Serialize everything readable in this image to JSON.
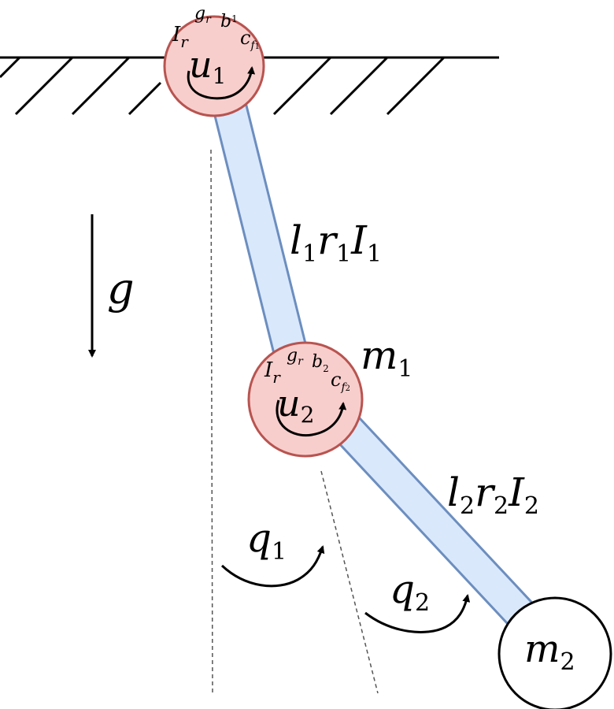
{
  "colors": {
    "joint_fill": "#f8cecc",
    "joint_stroke": "#b85450",
    "link_fill": "#dae8fc",
    "link_stroke": "#6c8ebf",
    "line": "#000000",
    "dashed": "#555555"
  },
  "joint1": {
    "inertia": {
      "main": "I",
      "sub": "r"
    },
    "gear": {
      "main": "g",
      "sub": "r"
    },
    "damping": {
      "main": "b",
      "sub": "1"
    },
    "friction": {
      "main": "c",
      "sub": "f",
      "subsub": "1"
    },
    "input": {
      "main": "u",
      "sub": "1"
    }
  },
  "joint2": {
    "inertia": {
      "main": "I",
      "sub": "r"
    },
    "gear": {
      "main": "g",
      "sub": "r"
    },
    "damping": {
      "main": "b",
      "sub": "2"
    },
    "friction": {
      "main": "c",
      "sub": "f",
      "subsub": "2"
    },
    "input": {
      "main": "u",
      "sub": "2"
    }
  },
  "link1": {
    "length": {
      "main": "l",
      "sub": "1"
    },
    "radius": {
      "main": "r",
      "sub": "1"
    },
    "inertia": {
      "main": "I",
      "sub": "1"
    }
  },
  "link2": {
    "length": {
      "main": "l",
      "sub": "2"
    },
    "radius": {
      "main": "r",
      "sub": "2"
    },
    "inertia": {
      "main": "I",
      "sub": "2"
    }
  },
  "mass1": {
    "main": "m",
    "sub": "1"
  },
  "mass2": {
    "main": "m",
    "sub": "2"
  },
  "gravity": {
    "main": "g"
  },
  "angle1": {
    "main": "q",
    "sub": "1"
  },
  "angle2": {
    "main": "q",
    "sub": "2"
  }
}
